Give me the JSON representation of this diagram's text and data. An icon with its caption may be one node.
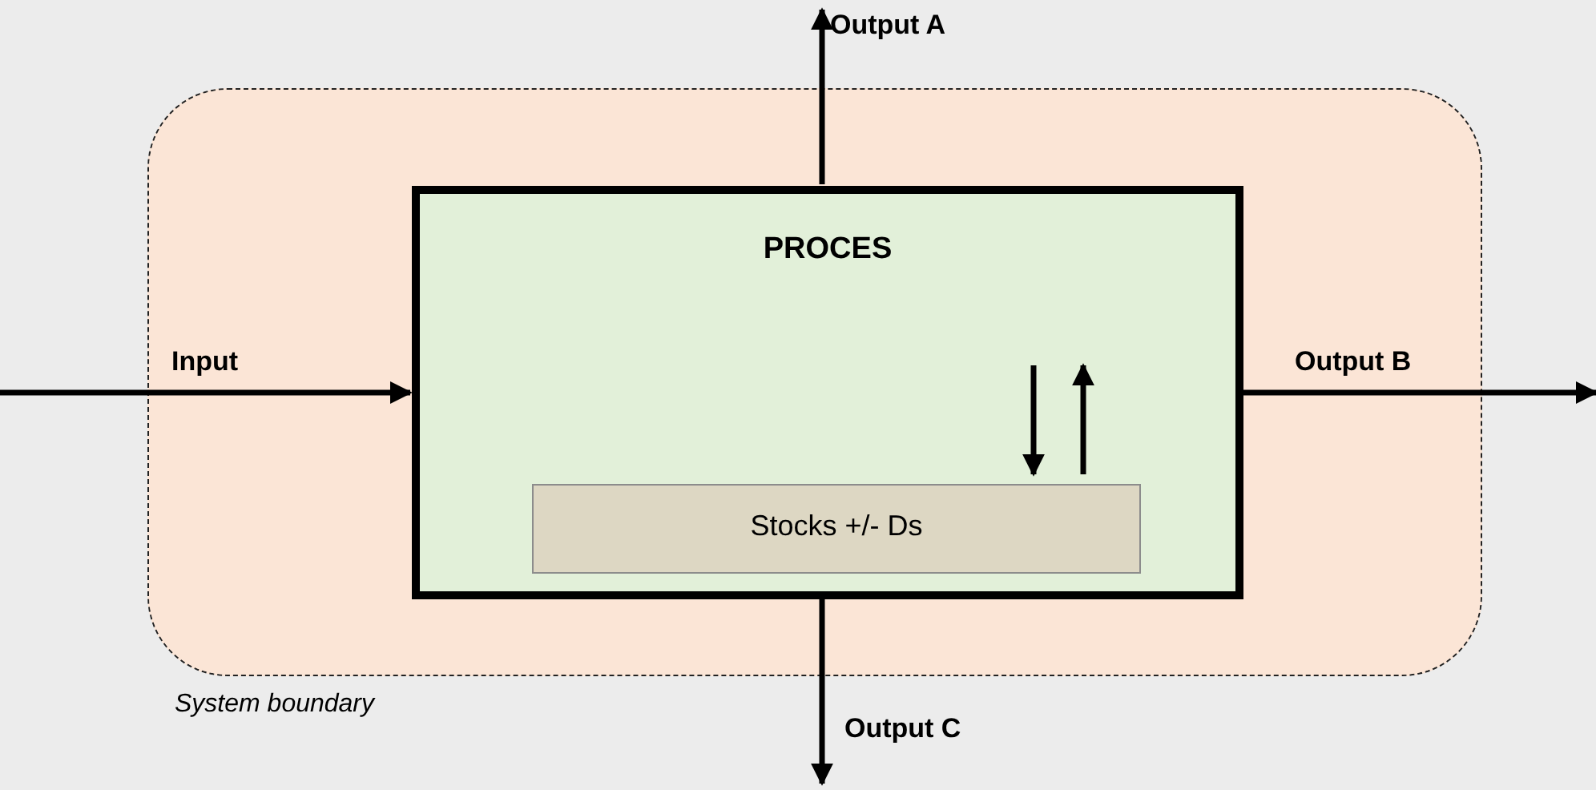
{
  "diagram": {
    "nodes": [
      {
        "text": [
          "System boundary"
        ]
      },
      {
        "text": [
          "PROCES"
        ],
        "in": 0
      },
      {
        "text": [
          "Stocks +/- Ds"
        ],
        "in": 1
      }
    ],
    "edges": [
      {
        "from": null,
        "to": 1,
        "arrow": "to",
        "label": "Input"
      },
      {
        "from": 1,
        "to": null,
        "arrow": "to",
        "label": "Output A"
      },
      {
        "from": 1,
        "to": null,
        "arrow": "to",
        "label": "Output B"
      },
      {
        "from": 1,
        "to": null,
        "arrow": "to",
        "label": "Output C"
      },
      {
        "from": null,
        "to": 2,
        "arrow": "to"
      },
      {
        "from": 2,
        "to": null,
        "arrow": "to"
      }
    ]
  }
}
